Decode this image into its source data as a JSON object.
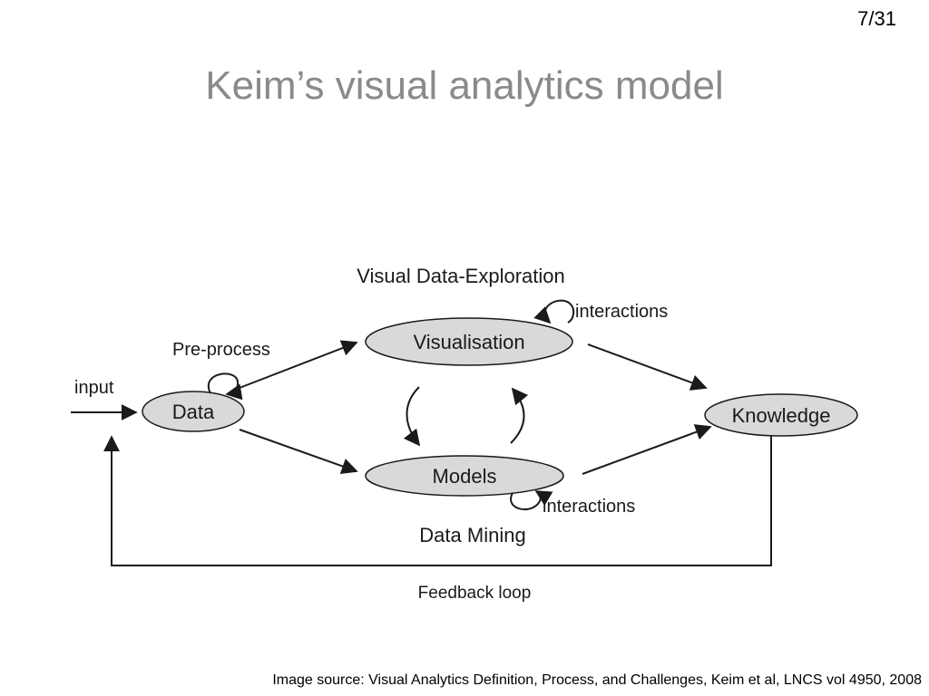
{
  "slide": {
    "number": "7/31",
    "title": "Keim’s visual analytics model",
    "caption": "Image source: Visual Analytics Definition, Process, and Challenges, Keim et al, LNCS vol 4950, 2008"
  },
  "diagram": {
    "headings": {
      "top": "Visual Data-Exploration",
      "bottom": "Data Mining"
    },
    "nodes": {
      "data": "Data",
      "visualisation": "Visualisation",
      "models": "Models",
      "knowledge": "Knowledge"
    },
    "annotations": {
      "input": "input",
      "preprocess": "Pre-process",
      "interactions_top": "interactions",
      "interactions_bottom": "interactions",
      "feedback": "Feedback loop"
    },
    "colors": {
      "node_fill": "#d9d9d9",
      "stroke": "#1a1a1a",
      "title": "#8a8a8a"
    }
  }
}
